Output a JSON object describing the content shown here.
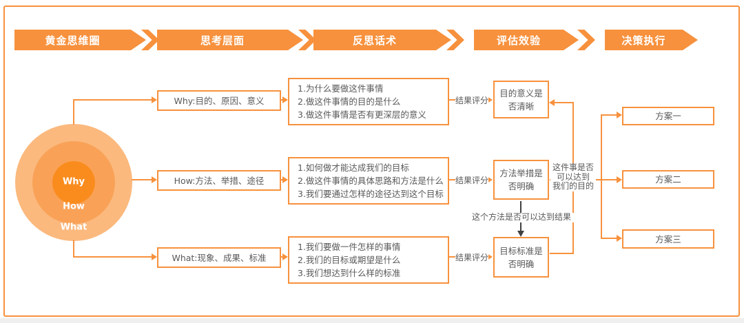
{
  "banner": {
    "steps": [
      {
        "label": "黄金思维圈"
      },
      {
        "label": "思考层面"
      },
      {
        "label": "反思话术"
      },
      {
        "label": "评估效验"
      },
      {
        "label": "决策执行"
      }
    ]
  },
  "circle": {
    "labels": [
      "Why",
      "How",
      "What"
    ]
  },
  "rows": [
    {
      "layer": "Why:目的、原因、意义",
      "reflect": "1.为什么要做这件事情\n2.做这件事情的目的是什么\n3.做这件事情是否有更深层的意义",
      "score": "结果评分",
      "evaluate": "目的意义是\n否清晰"
    },
    {
      "layer": "How:方法、举措、途径",
      "reflect": "1.如何做才能达成我们的目标\n2.做这件事情的具体思路和方法是什么\n3.我们要通过怎样的途径达到这个目标",
      "score": "结果评分",
      "evaluate": "方法举措是\n否明确"
    },
    {
      "layer": "What:现象、成果、标准",
      "reflect": "1.我们要做一件怎样的事情\n2.我们的目标或期望是什么\n3.我们想达到什么样的标准",
      "score": "结果评分",
      "evaluate": "目标标准是\n否明确"
    }
  ],
  "decisions": [
    "方案一",
    "方案二",
    "方案三"
  ],
  "annotations": {
    "goal_check": "这件事是否\n可以达到\n我们的目的",
    "method_check": "这个方法是否可以达到结果"
  },
  "colors": {
    "accent": "#F7913D",
    "circle-outer": "#FBB97E",
    "circle-mid": "#F9A257",
    "circle-inner": "#FA8C1E",
    "text": "#595959",
    "dark": "#404040"
  }
}
